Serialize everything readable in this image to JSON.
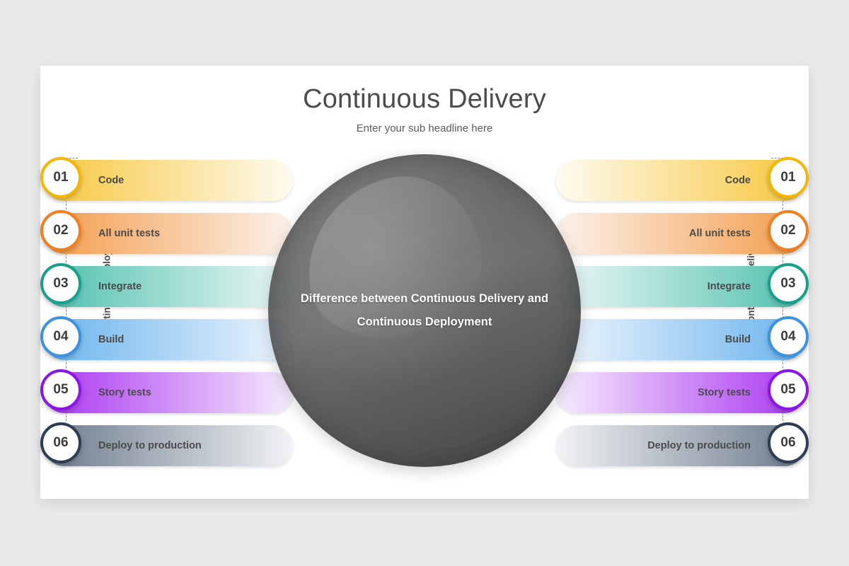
{
  "slide": {
    "title": "Continuous Delivery",
    "subtitle": "Enter your sub headline here"
  },
  "center": {
    "text": "Difference between Continuous Delivery and Continuous Deployment"
  },
  "brackets": {
    "left_caption": "Continuous Deployment",
    "right_caption": "Continuous Delivery"
  },
  "steps": [
    {
      "number": "01",
      "label": "Code",
      "ring": "#F2B705",
      "bar_strong": "#F6C63C",
      "bar_fade": "#FEFBF0"
    },
    {
      "number": "02",
      "label": "All unit tests",
      "ring": "#EF7F1F",
      "bar_strong": "#F39C4A",
      "bar_fade": "#FBF2EC"
    },
    {
      "number": "03",
      "label": "Integrate",
      "ring": "#18A08C",
      "bar_strong": "#4FC0AE",
      "bar_fade": "#EDF8F6"
    },
    {
      "number": "04",
      "label": "Build",
      "ring": "#3B92E0",
      "bar_strong": "#69B3ED",
      "bar_fade": "#EFF6FD"
    },
    {
      "number": "05",
      "label": "Story tests",
      "ring": "#8A15E8",
      "bar_strong": "#A934F0",
      "bar_fade": "#F6ECFD"
    },
    {
      "number": "06",
      "label": "Deploy to production",
      "ring": "#2C3E56",
      "bar_strong": "#6B7A8C",
      "bar_fade": "#F2F3F5"
    }
  ]
}
